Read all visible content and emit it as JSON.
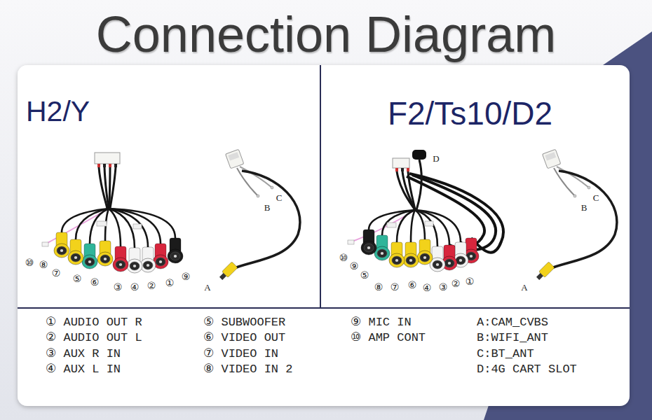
{
  "diagram": {
    "title": "Connection Diagram",
    "nodes": [
      {
        "text": [
          "H2/Y"
        ]
      },
      {
        "text": [
          "F2/Ts10/D2"
        ]
      }
    ],
    "labels": [
      "⑩",
      "⑧",
      "⑦",
      "⑤",
      "⑥",
      "③",
      "④",
      "②",
      "①",
      "⑨",
      "C",
      "B",
      "A",
      "D",
      "⑩",
      "⑨",
      "⑤",
      "⑧",
      "⑦",
      "⑥",
      "④",
      "③",
      "②",
      "①",
      "C",
      "B",
      "A",
      "① AUDIO OUT R",
      "② AUDIO OUT L",
      "③ AUX R IN",
      "④ AUX L IN",
      "⑤ SUBWOOFER",
      "⑥ VIDEO OUT",
      "⑦ VIDEO IN",
      "⑧ VIDEO IN 2",
      "⑨ MIC IN",
      "⑩ AMP CONT",
      "A:CAM_CVBS",
      "B:WIFI_ANT",
      "C:BT_ANT",
      "D:4G CART SLOT"
    ]
  }
}
